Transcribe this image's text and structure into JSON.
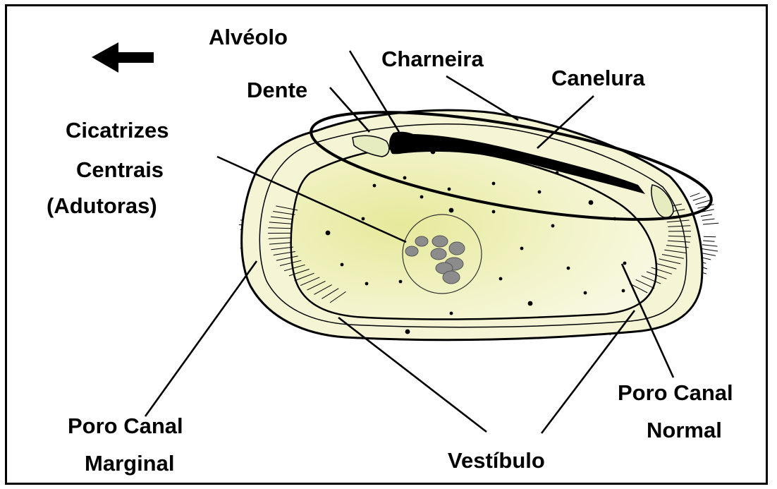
{
  "diagram": {
    "labels": {
      "alveolo": "Alvéolo",
      "dente": "Dente",
      "charneira": "Charneira",
      "canelura": "Canelura",
      "cicatrizes_l1": "Cicatrizes",
      "cicatrizes_l2": "Centrais",
      "cicatrizes_l3": "(Adutoras)",
      "poro_marginal_l1": "Poro Canal",
      "poro_marginal_l2": "Marginal",
      "vestibulo": "Vestíbulo",
      "poro_normal_l1": "Poro Canal",
      "poro_normal_l2": "Normal"
    },
    "colors": {
      "shell_outer": "#f4f3d2",
      "shell_inner_light": "#f8f8dd",
      "shell_inner_dark": "#e8ea9a",
      "muscle_scar": "#8c8c8c",
      "hinge_dark": "#000000",
      "tooth": "#e6ebc0",
      "outline": "#000000"
    },
    "icons": {
      "orientation_arrow": "arrow-left-icon"
    }
  }
}
